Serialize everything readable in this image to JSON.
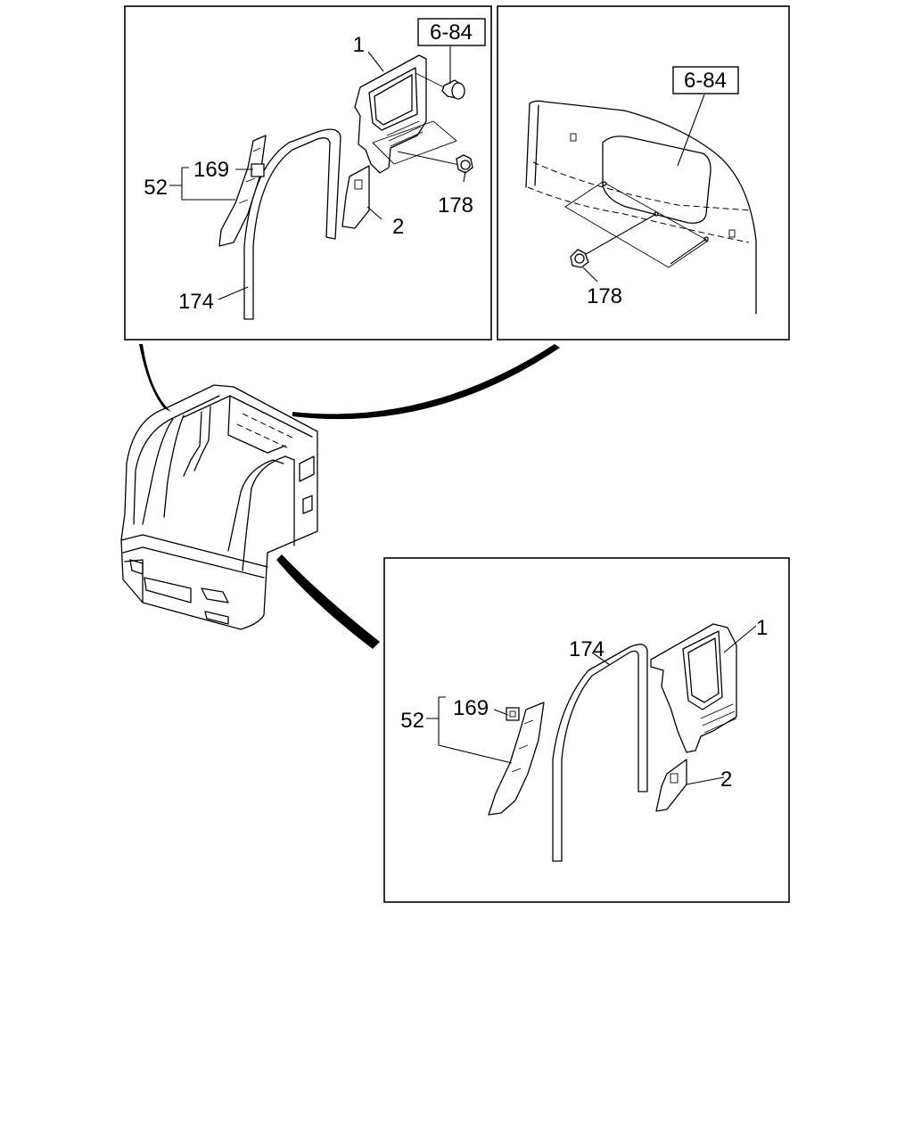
{
  "panels": {
    "top_left": {
      "ref_box": "6-84",
      "callouts": {
        "part_1": "1",
        "part_2": "2",
        "part_52": "52",
        "part_169": "169",
        "part_174": "174",
        "part_178": "178"
      }
    },
    "top_right": {
      "ref_box": "6-84",
      "callouts": {
        "part_178": "178"
      }
    },
    "bottom": {
      "callouts": {
        "part_1": "1",
        "part_2": "2",
        "part_52": "52",
        "part_169": "169",
        "part_174": "174"
      }
    }
  }
}
